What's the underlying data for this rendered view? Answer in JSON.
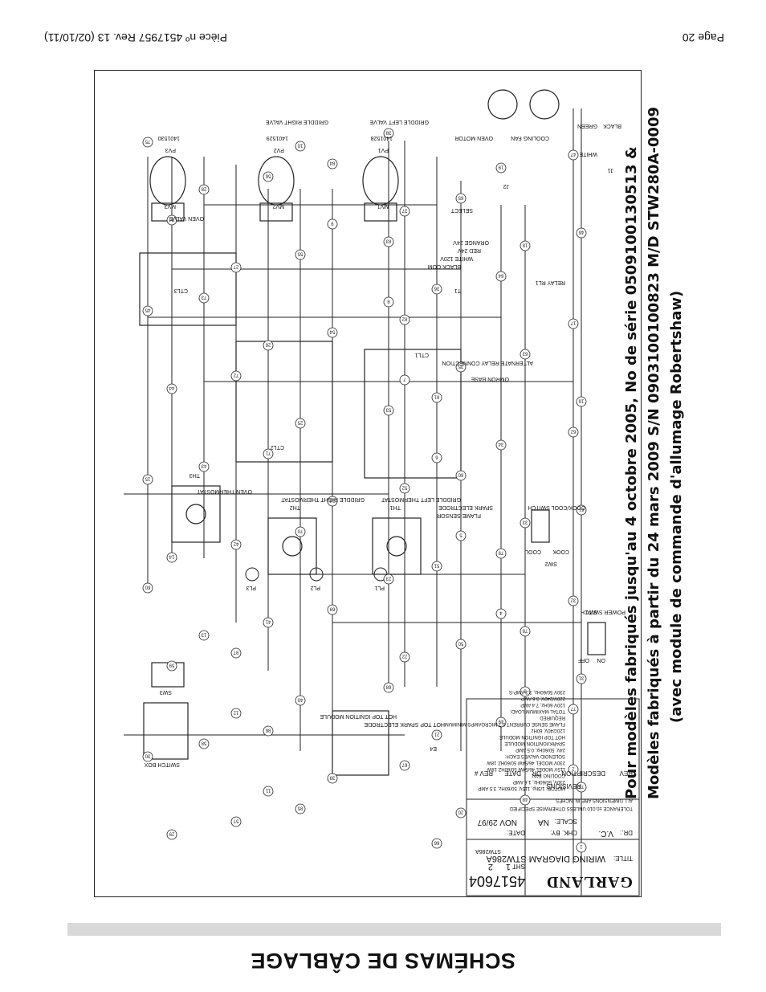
{
  "document": {
    "section_title": "SCHÉMAS DE CÂBLAGE",
    "page_label": "Page 20",
    "part_number": "Pièce nº 4517957 Rev. 13 (02/10/11)",
    "heading_lines": [
      "Pour modèles fabriqués jusqu'au 4 octobre 2005, No de série 0509100130513 &",
      "Modèles fabriqués à partir du 24 mars 2009 S/N 0903100100823 M/D STW280A-0009",
      "(avec module de commande d'allumage Robertshaw)"
    ]
  },
  "title_block": {
    "brand": "GARLAND",
    "rev_header": "REV",
    "description_header": "DESCRIPTION",
    "dr_header": "DR",
    "date_header": "DATE",
    "revisions_label": "REVISIONS",
    "revno_header": "REV #",
    "tolerance_note": "TOLERANCE ±0.010 UNLESS OTHERWISE SPECIFIED",
    "dimensions_note": "ALL DIMENSIONS ARE IN INCHES",
    "dr_label": "DR.:",
    "dr_value": "V.C.",
    "chk_label": "CHK. BY:",
    "scale_label": "SCALE:",
    "scale_value": "NA",
    "date_label": "DATE:",
    "date_value": "NOV 29/97",
    "title_label": "TITLE:",
    "title_value": "WIRING DIAGRAM STW286A",
    "drawing_number": "4517604",
    "sheet_label": "SHT",
    "sheet_value": "1",
    "sheet_of": "2",
    "model_ref": "STW286A"
  },
  "components": {
    "oven_motor": "OVEN MOTOR",
    "cooling_fan": "COOLING FAN",
    "black": "BLACK",
    "green": "GREEN",
    "white": "WHITE",
    "griddle_left_valve": "GRIDDLE LEFT VALVE",
    "griddle_right_valve": "GRIDDLE RIGHT VALVE",
    "oven_valve": "OVEN VALVE",
    "pv1": "PV1",
    "pv2": "PV2",
    "pv3": "PV3",
    "mv1": "MV1",
    "mv2": "MV2",
    "mv3": "MV3",
    "select": "SELECT",
    "orange_24v": "ORANGE 24V",
    "red_24v": "RED 24V",
    "white_120v": "WHITE 120V",
    "black_com": "BLACK COM",
    "t1": "T1",
    "relay_rl1": "RELAY RL1",
    "alternate_relay": "ALTERNATE RELAY CONNECTION",
    "omron_base": "OMRON BASE",
    "ctl1": "CTL1",
    "ctl2": "CTL2",
    "ctl3": "CTL3",
    "spark_electrode": "SPARK ELECTRODE",
    "flame_sensor": "FLAME SENSOR",
    "oven_thermostat": "OVEN THERMOSTAT",
    "griddle_right_thermostat": "GRIDDLE RIGHT THERMOSTAT",
    "griddle_left_thermostat": "GRIDDLE LEFT THERMOSTAT",
    "th1": "TH1",
    "th2": "TH2",
    "th3": "TH3",
    "cook_cool_switch": "COOK/COOL SWITCH",
    "sw2": "SW2",
    "power_switch": "POWER SWITCH",
    "sw1": "SW1",
    "sw3": "SW3",
    "on": "ON",
    "off": "OFF",
    "cook": "COOK",
    "cool": "COOL",
    "pl1": "PL1",
    "pl2": "PL2",
    "pl3": "PL3",
    "hot_top_ignition": "HOT TOP IGNITION MODULE",
    "hot_top_spark": "HOT TOP SPARK ELECTRODE",
    "switch_box": "SWITCH BOX",
    "e4": "E4",
    "spec_notes": [
      "MOTOR: 1/3hp, 115V, 50/60Hz, 3.5 AMP",
      "230V, 50/60Hz, 1.6 AMP",
      "COOLING FAN:",
      "115V MODEL 46/54W 50/60HZ 18W",
      "230V MODEL 46/54W 50/60HZ 18W",
      "SOLENOID VALVES EACH:",
      "24V, 50/60Hz, 0.5 AMP",
      "SPARK/IGNITION MODULE",
      "HOT TOP IGNITION MODULE:",
      "120/240V, 60Hz",
      "FLAME SENSE CURRENT 0.7 MICROAMPS MINIMUM REQUIRED",
      "TOTAL MAXIMUM LOAD:",
      "120V 60Hz, 7.4 AMP",
      "220V/240V, 3.6 AMP",
      "230V 50/60Hz, 3.3 AMP-S"
    ],
    "wire_tag_a": "1401528",
    "wire_tag_b": "1401529",
    "wire_tag_c": "1401530",
    "j1": "J1",
    "j2": "J2"
  },
  "wire_numbers": [
    "1",
    "2",
    "3",
    "4",
    "5",
    "6",
    "7",
    "8",
    "9",
    "10",
    "11",
    "12",
    "13",
    "14",
    "15",
    "16",
    "17",
    "18",
    "19",
    "20",
    "21",
    "22",
    "23",
    "24",
    "25",
    "26",
    "27",
    "28",
    "29",
    "30",
    "31",
    "32",
    "33",
    "34",
    "35",
    "36",
    "37",
    "38",
    "39",
    "40",
    "41",
    "42",
    "43",
    "44",
    "45",
    "46",
    "47",
    "48",
    "49",
    "50",
    "51",
    "52",
    "53",
    "54",
    "55",
    "56",
    "57",
    "58",
    "59",
    "60",
    "61",
    "62",
    "63",
    "64",
    "65",
    "66",
    "67",
    "68",
    "69",
    "70",
    "71",
    "72",
    "73",
    "74",
    "75",
    "76",
    "77",
    "78",
    "79",
    "80",
    "81",
    "82",
    "83",
    "84",
    "85",
    "86",
    "87"
  ]
}
